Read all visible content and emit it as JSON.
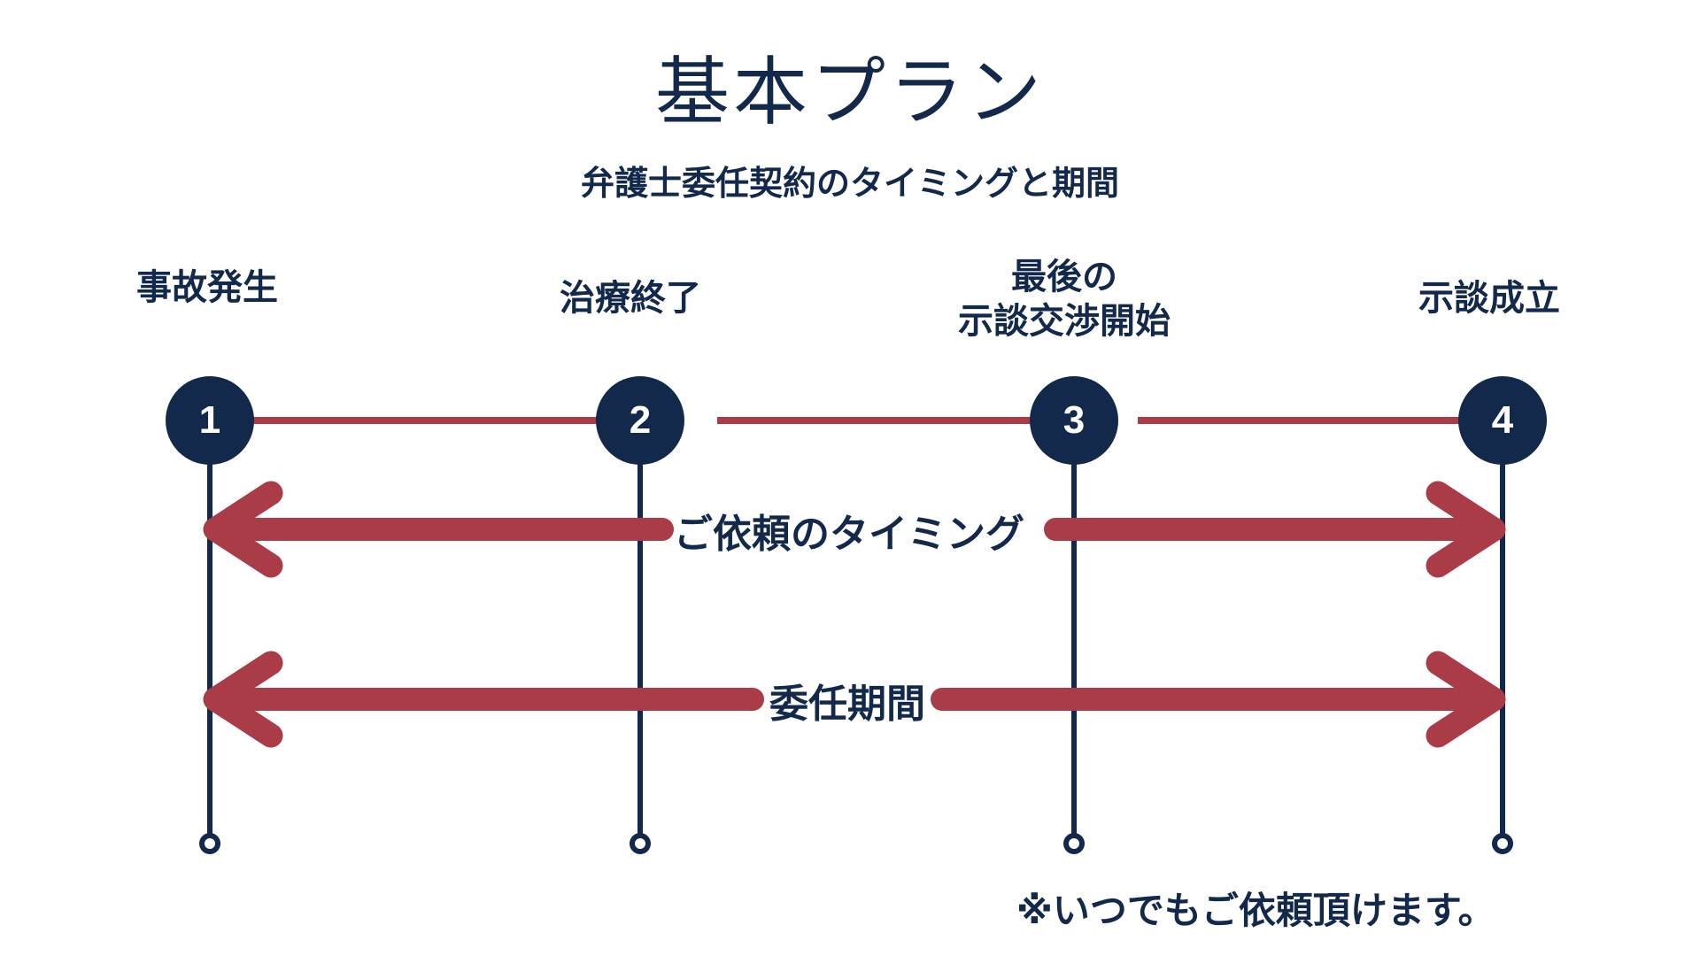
{
  "title": "基本プラン",
  "subtitle": "弁護士委任契約のタイミングと期間",
  "colors": {
    "navy": "#13294c",
    "red": "#a93c47",
    "background": "#ffffff",
    "number_text": "#ffffff"
  },
  "timeline": {
    "milestones": [
      {
        "number": "1",
        "label": "事故発生"
      },
      {
        "number": "2",
        "label": "治療終了"
      },
      {
        "number": "3",
        "label": "最後の\n示談交渉開始"
      },
      {
        "number": "4",
        "label": "示談成立"
      }
    ]
  },
  "arrows": [
    {
      "label": "ご依頼のタイミング"
    },
    {
      "label": "委任期間"
    }
  ],
  "note": "※いつでもご依頼頂けます。"
}
